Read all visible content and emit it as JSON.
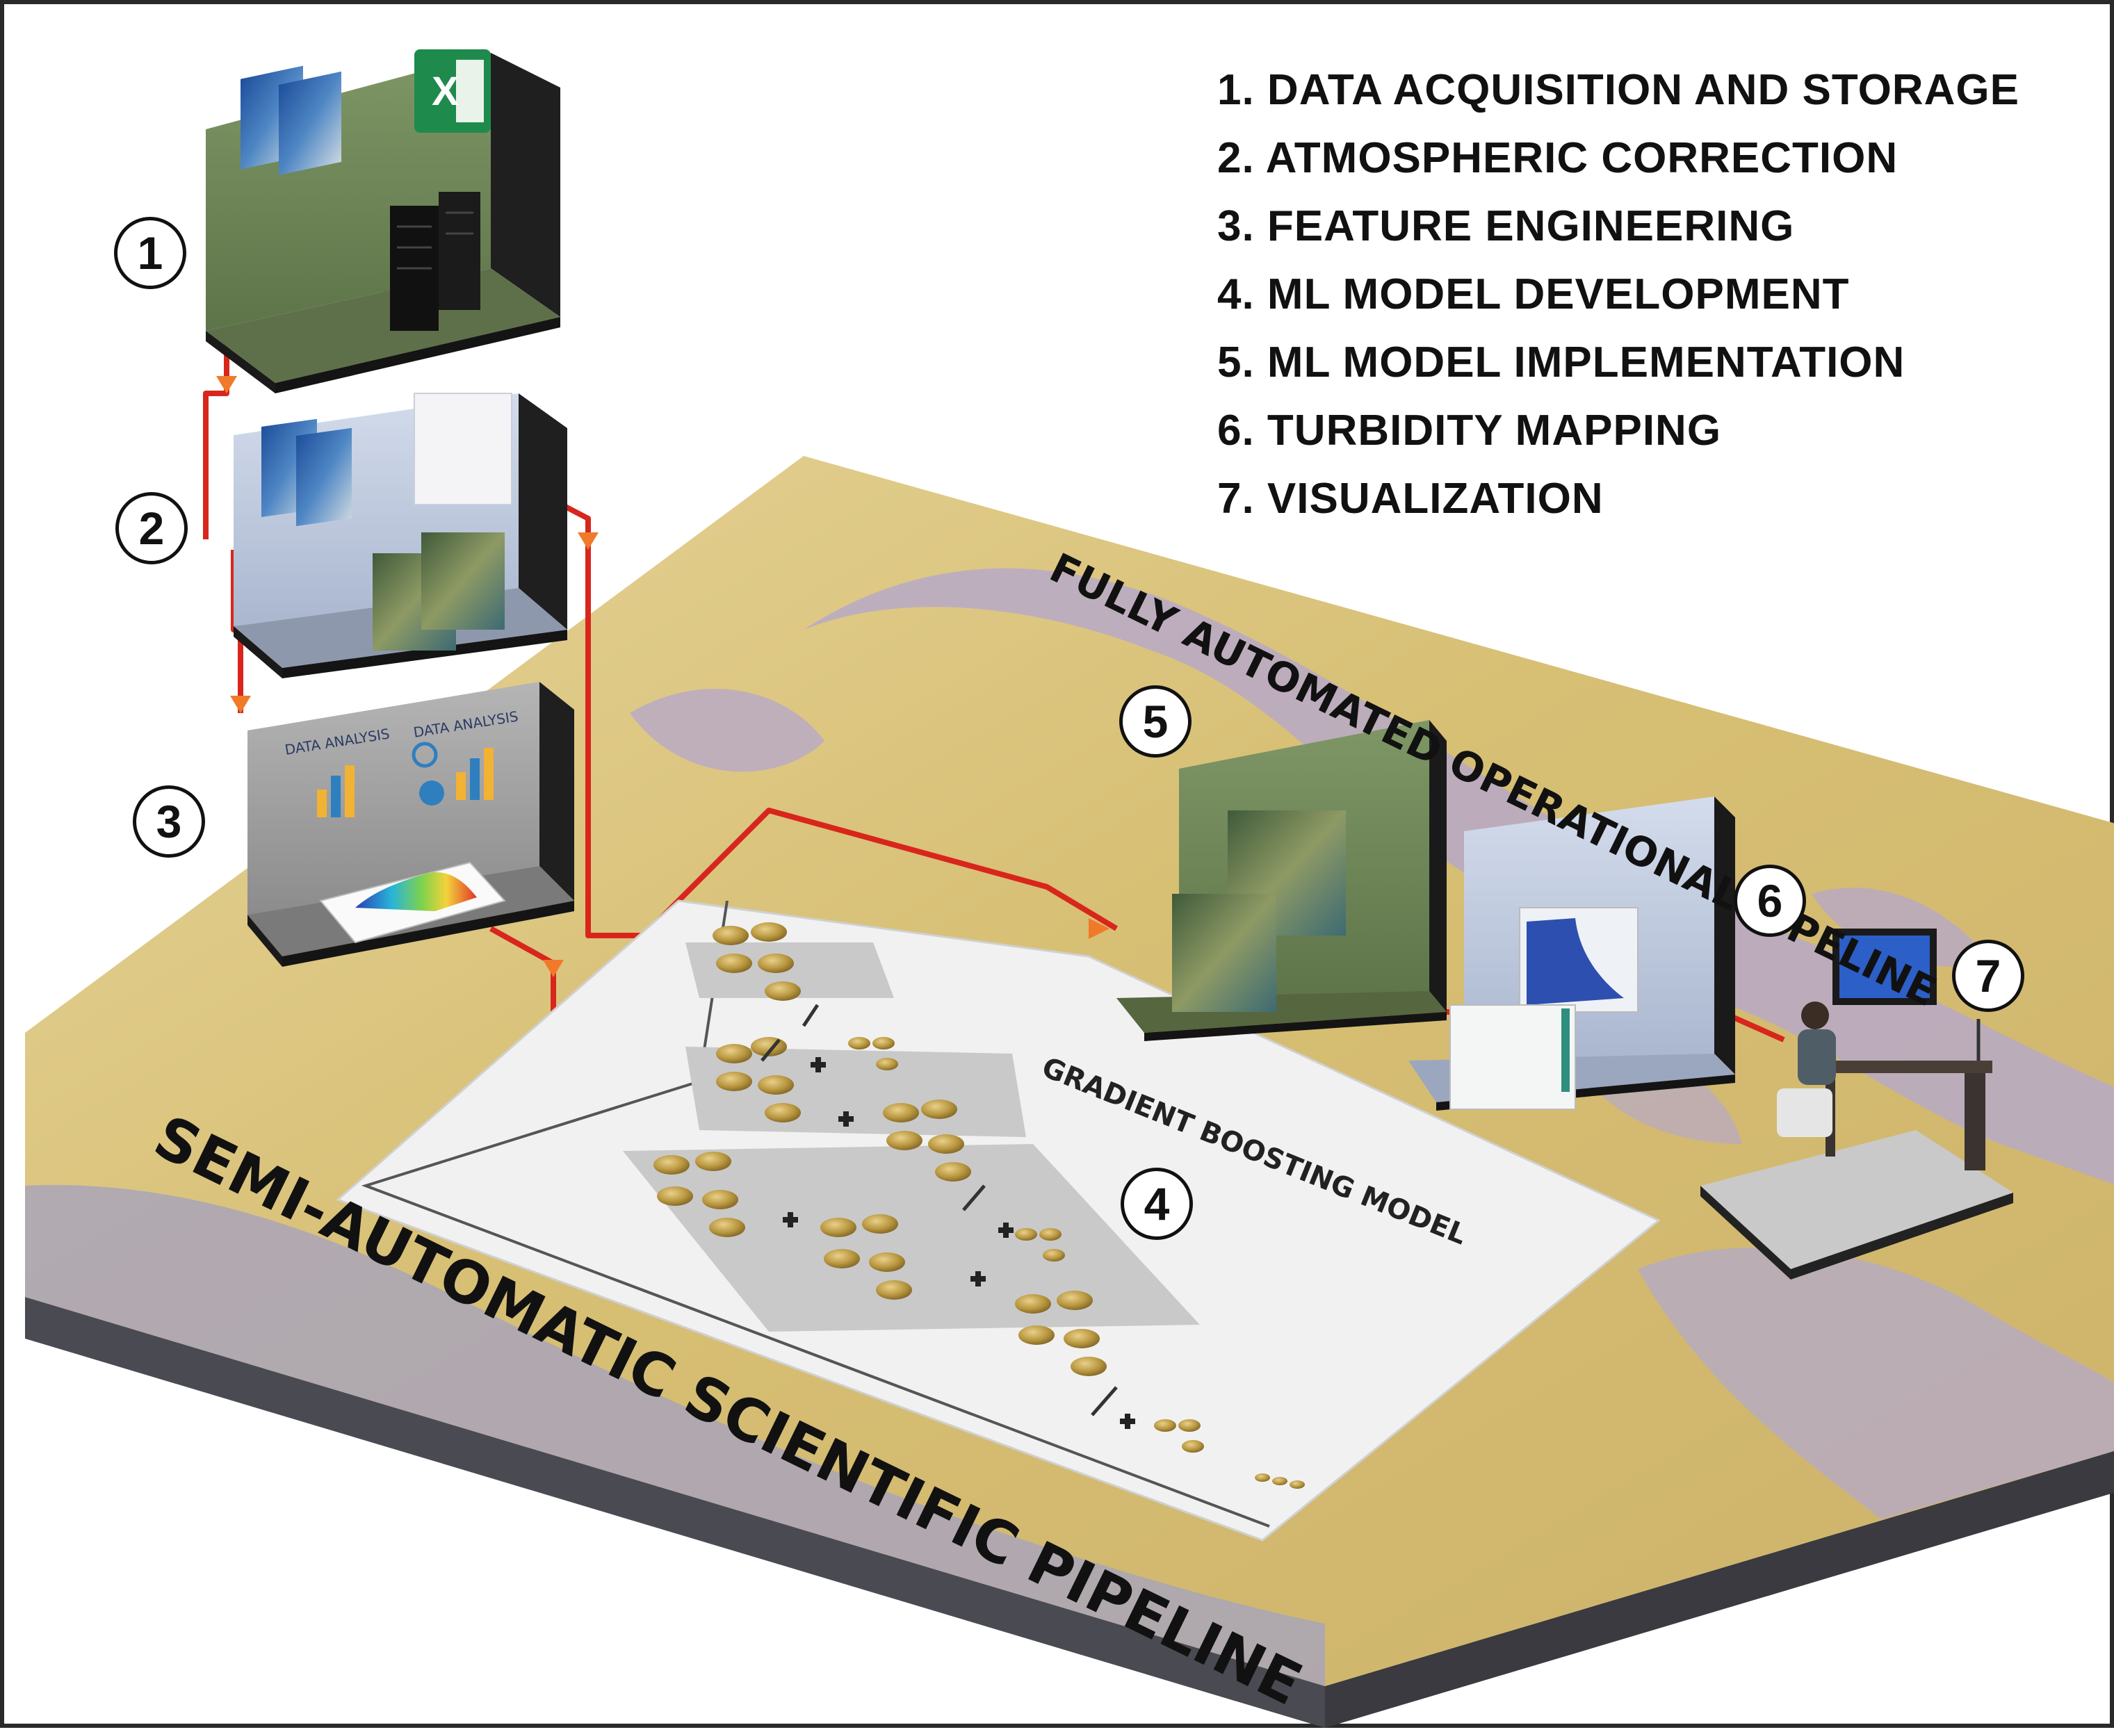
{
  "legend": {
    "items": [
      "1. DATA ACQUISITION AND STORAGE",
      "2. ATMOSPHERIC CORRECTION",
      "3. FEATURE ENGINEERING",
      "4. ML MODEL DEVELOPMENT",
      "5. ML MODEL IMPLEMENTATION",
      "6. TURBIDITY MAPPING",
      "7. VISUALIZATION"
    ]
  },
  "badges": [
    "1",
    "2",
    "3",
    "4",
    "5",
    "6",
    "7"
  ],
  "labels": {
    "operational": "FULLY AUTOMATED OPERATIONAL PIPELINE",
    "scientific": "SEMI-AUTOMATIC SCIENTIFIC PIPELINE",
    "gradient": "GRADIENT BOOSTING MODEL"
  },
  "panel_text": {
    "data_analysis_1": "DATA ANALYSIS",
    "data_analysis_2": "DATA ANALYSIS"
  },
  "colors": {
    "flow_line": "#d8261c",
    "arrow": "#f07a2a",
    "map_land": "#d9c27a",
    "map_water": "#b7a9c8",
    "slab_side": "#5b5b63",
    "room1_wall": "#6f8a5a",
    "room2_wall": "#b9c6dc",
    "room3_wall": "#9a9a9a",
    "room5_wall": "#62784f",
    "room6_wall": "#c6cfe2",
    "gold": "#b8963e"
  }
}
